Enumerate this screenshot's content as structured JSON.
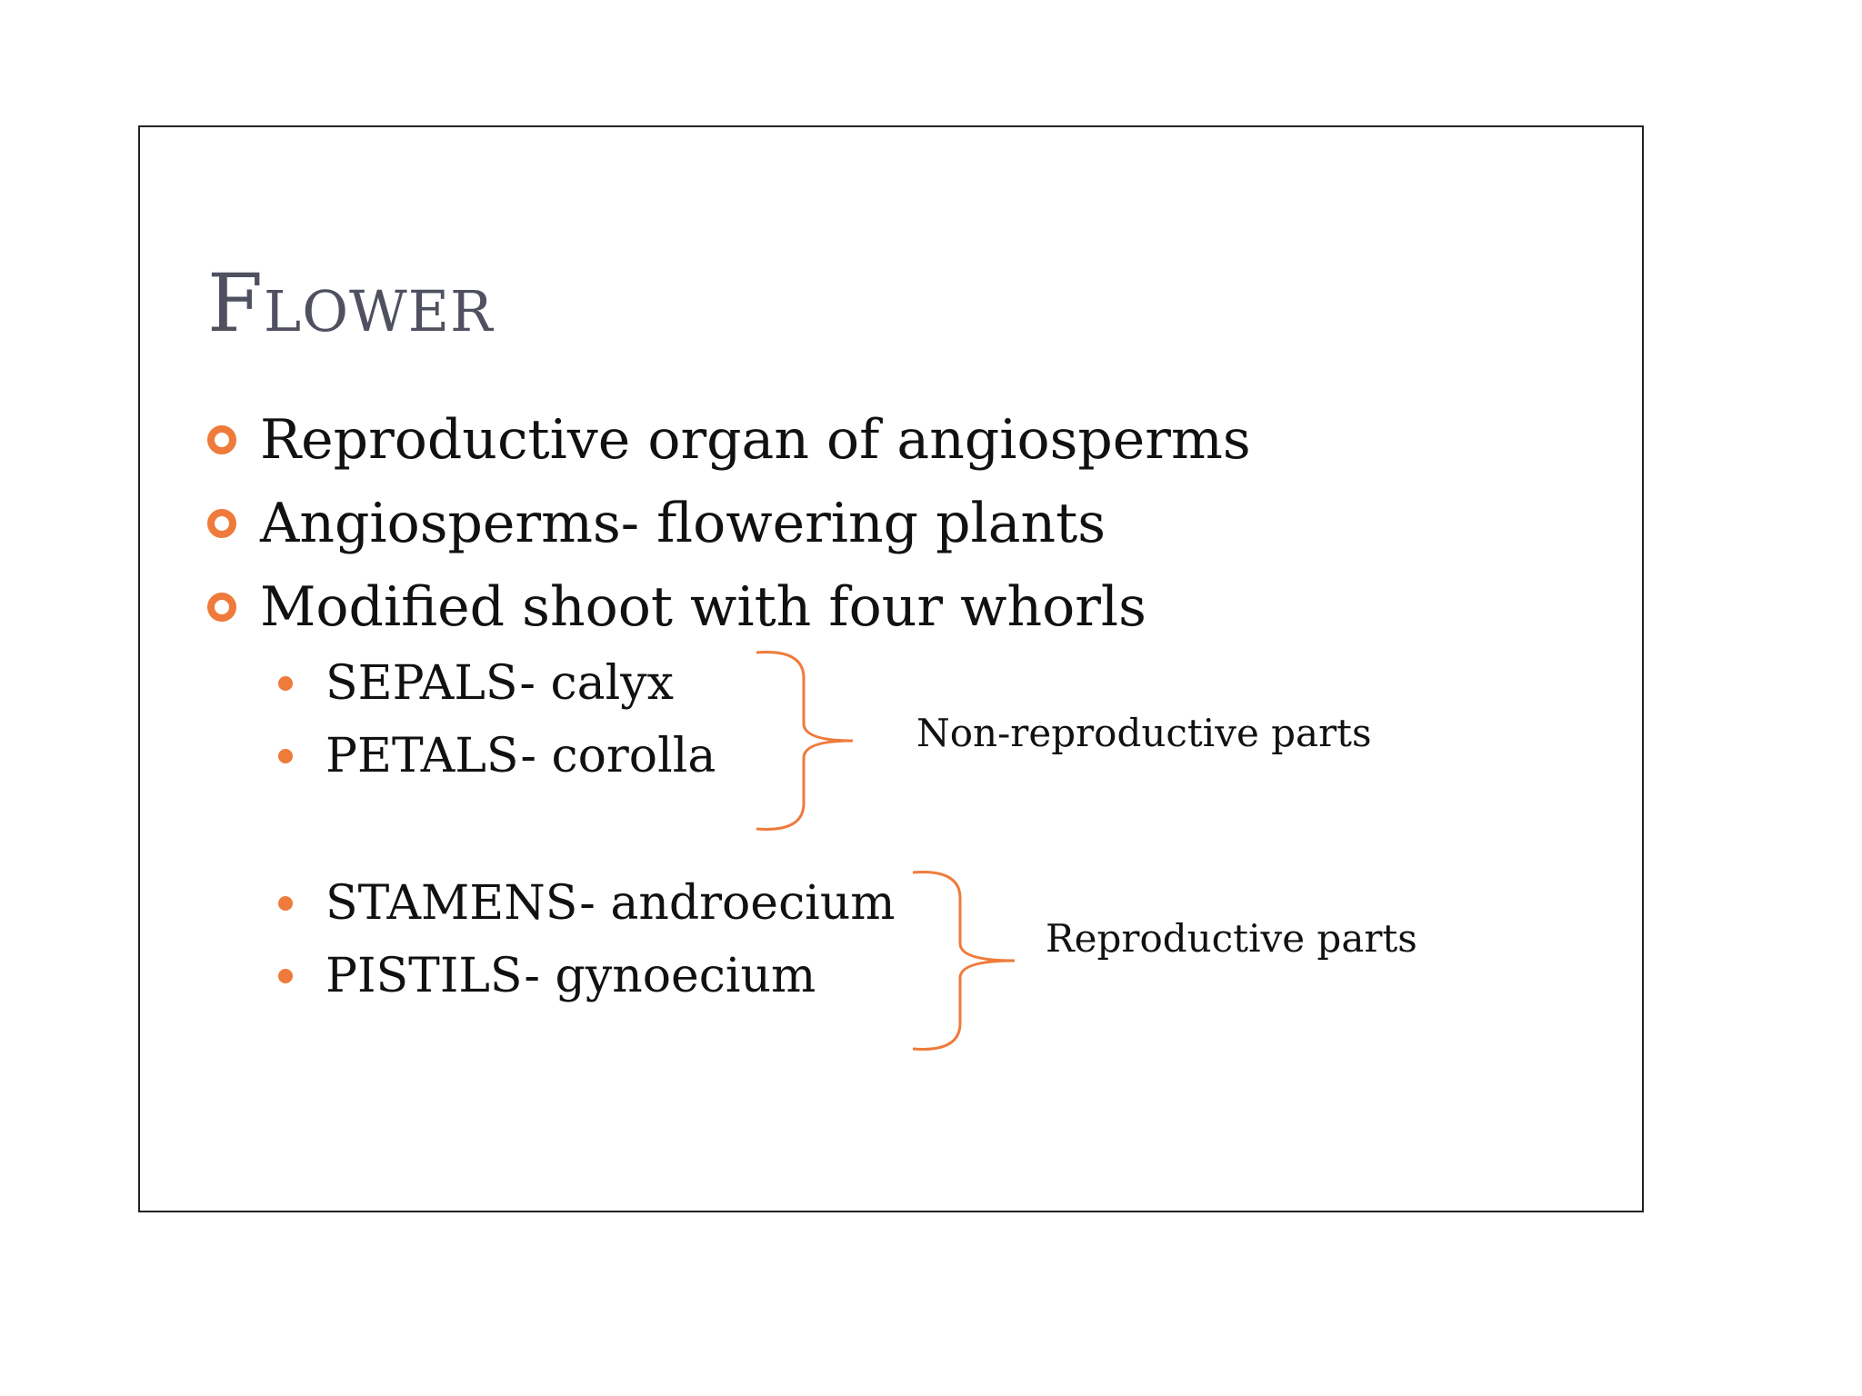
{
  "slide": {
    "title": "Flower",
    "bullets": [
      "Reproductive organ of angiosperms",
      "Angiosperms- flowering plants",
      "Modified shoot with four whorls"
    ],
    "sub_items": [
      "SEPALS- calyx",
      "PETALS- corolla",
      "STAMENS- androecium",
      "PISTILS- gynoecium"
    ],
    "groups": [
      {
        "label": "Non-reproductive parts"
      },
      {
        "label": "Reproductive parts"
      }
    ]
  },
  "colors": {
    "accent": "#ee7b3b",
    "title": "#4f5160",
    "text": "#111111",
    "border": "#222222"
  },
  "icons": {
    "bullet": "hollow-orange-circle",
    "sub_bullet": "filled-orange-dot",
    "group_marker": "right-curly-brace"
  }
}
